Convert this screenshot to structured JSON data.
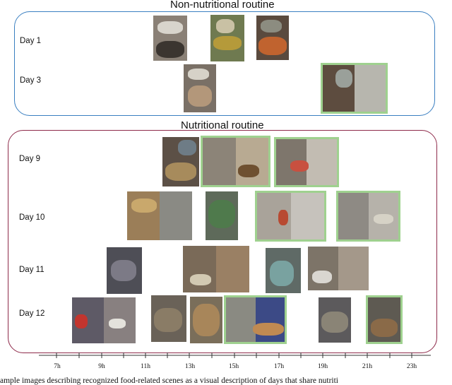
{
  "panels": {
    "non_nutritional": {
      "title": "Non-nutritional routine",
      "border_color": "#3a7fc1",
      "days": [
        "Day 1",
        "Day 3"
      ]
    },
    "nutritional": {
      "title": "Nutritional routine",
      "border_color": "#8e2a4a",
      "days": [
        "Day 9",
        "Day 10",
        "Day 11",
        "Day 12"
      ]
    }
  },
  "scene_colors": {
    "highlight": "#9fd18f"
  },
  "axis": {
    "ticks": [
      "7h",
      "9h",
      "11h",
      "13h",
      "15h",
      "17h",
      "19h",
      "21h",
      "23h"
    ]
  },
  "caption": "ample images describing recognized food-related scenes as a visual description of days that share nutriti"
}
